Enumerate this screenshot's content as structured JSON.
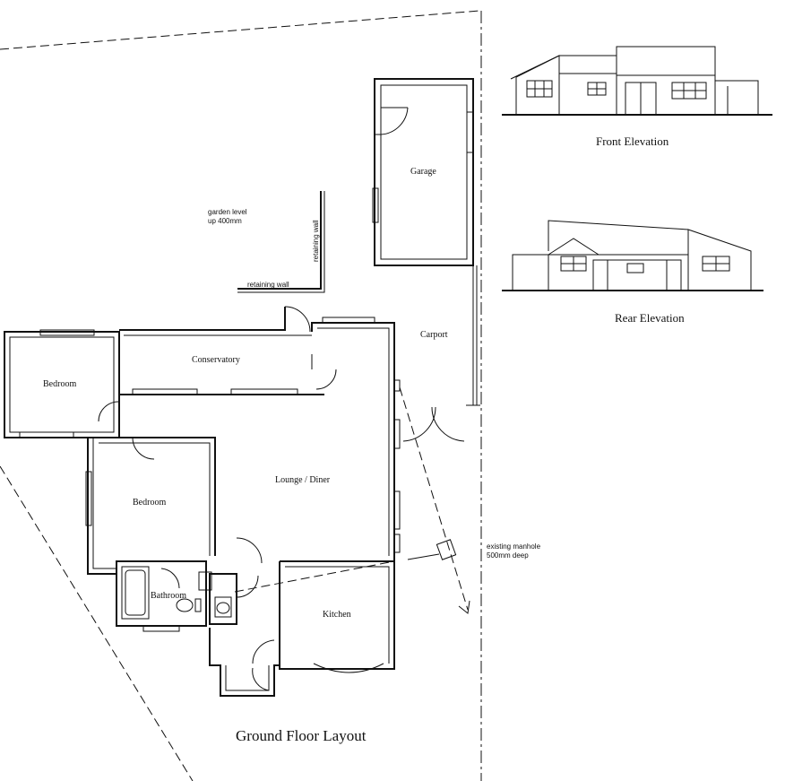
{
  "rooms": {
    "garage": "Garage",
    "carport": "Carport",
    "conservatory": "Conservatory",
    "bedroom_1": "Bedroom",
    "bedroom_2": "Bedroom",
    "lounge_diner": "Lounge / Diner",
    "kitchen": "Kitchen",
    "bathroom": "Bathroom"
  },
  "notes": {
    "garden_level_1": "garden level",
    "garden_level_2": "up 400mm",
    "retaining_wall_vertical": "retaining wall",
    "retaining_wall_horizontal": "retaining wall",
    "manhole_1": "existing manhole",
    "manhole_2": "500mm deep"
  },
  "titles": {
    "ground_floor": "Ground Floor Layout",
    "front_elevation": "Front Elevation",
    "rear_elevation": "Rear Elevation"
  }
}
